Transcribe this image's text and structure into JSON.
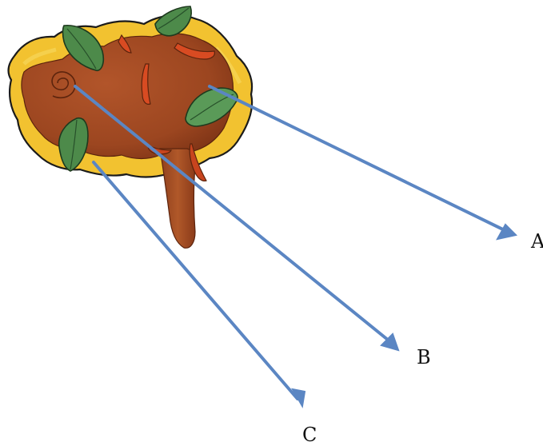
{
  "labels": {
    "a": "A",
    "b": "B",
    "c": "C"
  },
  "colors": {
    "arrow": "#5b86c3",
    "pizza_sauce": "#a34a22",
    "pizza_sauce_dark": "#7e3416",
    "cheese": "#f2c230",
    "cheese_edge": "#1b1b1b",
    "basil": "#4d8a4a",
    "basil_dark": "#27502a",
    "pepper": "#d84b22"
  },
  "icons": [
    "pizza-illustration",
    "basil-leaf-icon",
    "red-pepper-strip-icon",
    "arrow-pointer-icon"
  ]
}
